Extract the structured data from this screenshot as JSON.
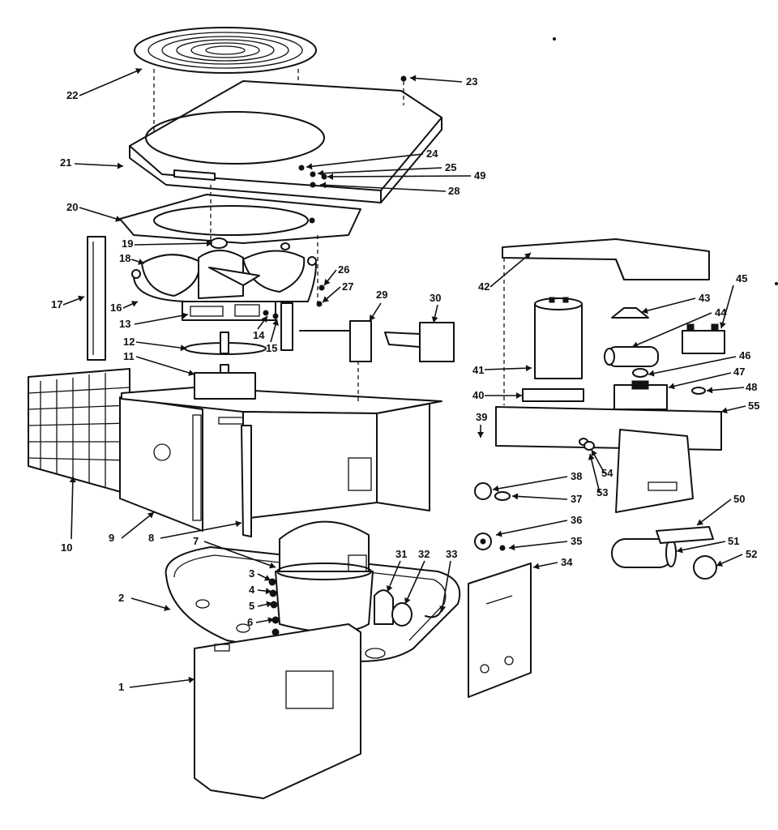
{
  "callouts": [
    {
      "n": "1"
    },
    {
      "n": "2"
    },
    {
      "n": "3"
    },
    {
      "n": "4"
    },
    {
      "n": "5"
    },
    {
      "n": "6"
    },
    {
      "n": "7"
    },
    {
      "n": "8"
    },
    {
      "n": "9"
    },
    {
      "n": "10"
    },
    {
      "n": "11"
    },
    {
      "n": "12"
    },
    {
      "n": "13"
    },
    {
      "n": "14"
    },
    {
      "n": "15"
    },
    {
      "n": "16"
    },
    {
      "n": "17"
    },
    {
      "n": "18"
    },
    {
      "n": "19"
    },
    {
      "n": "20"
    },
    {
      "n": "21"
    },
    {
      "n": "22"
    },
    {
      "n": "23"
    },
    {
      "n": "24"
    },
    {
      "n": "25"
    },
    {
      "n": "26"
    },
    {
      "n": "27"
    },
    {
      "n": "28"
    },
    {
      "n": "29"
    },
    {
      "n": "30"
    },
    {
      "n": "31"
    },
    {
      "n": "32"
    },
    {
      "n": "33"
    },
    {
      "n": "34"
    },
    {
      "n": "35"
    },
    {
      "n": "36"
    },
    {
      "n": "37"
    },
    {
      "n": "38"
    },
    {
      "n": "39"
    },
    {
      "n": "40"
    },
    {
      "n": "41"
    },
    {
      "n": "42"
    },
    {
      "n": "43"
    },
    {
      "n": "44"
    },
    {
      "n": "45"
    },
    {
      "n": "46"
    },
    {
      "n": "47"
    },
    {
      "n": "48"
    },
    {
      "n": "49"
    },
    {
      "n": "50"
    },
    {
      "n": "51"
    },
    {
      "n": "52"
    },
    {
      "n": "53"
    },
    {
      "n": "54"
    },
    {
      "n": "55"
    }
  ],
  "colors": {
    "ink": "#111111",
    "paper": "#ffffff"
  }
}
